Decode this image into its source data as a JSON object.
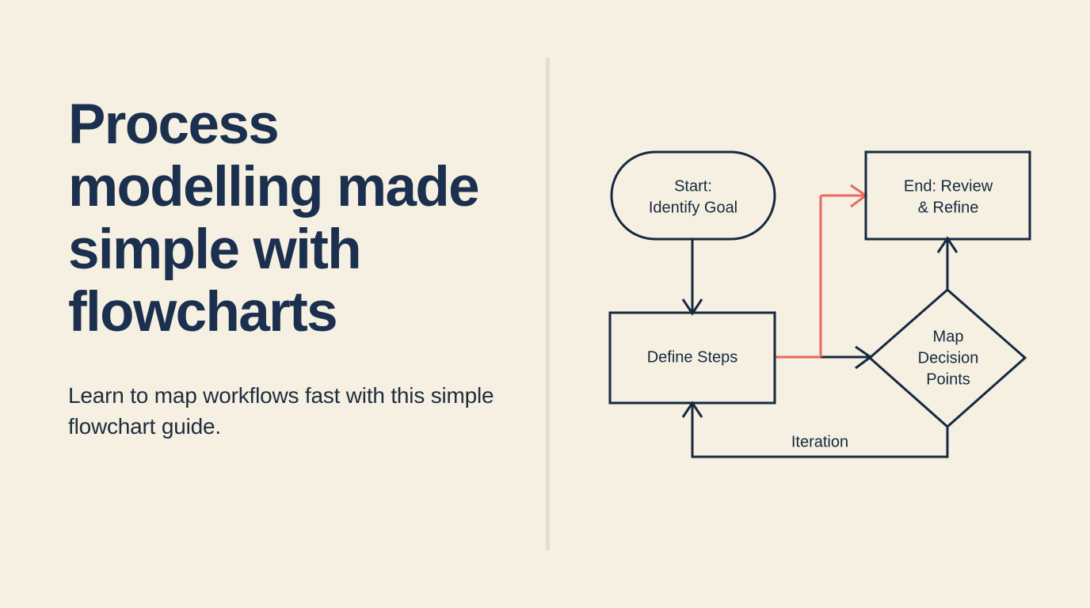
{
  "slide": {
    "background_color": "#f5f0e2",
    "headline": "Process modelling made simple with flowcharts",
    "subheadline": "Learn to map workflows fast with this simple flowchart guide.",
    "heading_color": "#1b2f4e",
    "accent_color": "#e8695e",
    "stroke_color": "#16293f",
    "divider_color": "#e3ddcc"
  },
  "flowchart": {
    "nodes": [
      {
        "id": "start",
        "shape": "stadium",
        "label_line1": "Start:",
        "label_line2": "Identify Goal"
      },
      {
        "id": "define",
        "shape": "rectangle",
        "label_line1": "Define Steps",
        "label_line2": ""
      },
      {
        "id": "end",
        "shape": "rectangle",
        "label_line1": "End: Review",
        "label_line2": "& Refine"
      },
      {
        "id": "decision",
        "shape": "diamond",
        "label_line1": "Map",
        "label_line2": "Decision",
        "label_line3": "Points"
      }
    ],
    "edges": [
      {
        "id": "start-define",
        "from": "start",
        "to": "define",
        "label": "",
        "color": "#16293f"
      },
      {
        "id": "define-decision",
        "from": "define",
        "to": "decision",
        "label": "",
        "color": "#16293f"
      },
      {
        "id": "define-end",
        "from": "define",
        "to": "end",
        "label": "",
        "color": "#e8695e"
      },
      {
        "id": "decision-end",
        "from": "decision",
        "to": "end",
        "label": "",
        "color": "#16293f"
      },
      {
        "id": "decision-define",
        "from": "decision",
        "to": "define",
        "label": "Iteration",
        "color": "#16293f"
      }
    ]
  }
}
